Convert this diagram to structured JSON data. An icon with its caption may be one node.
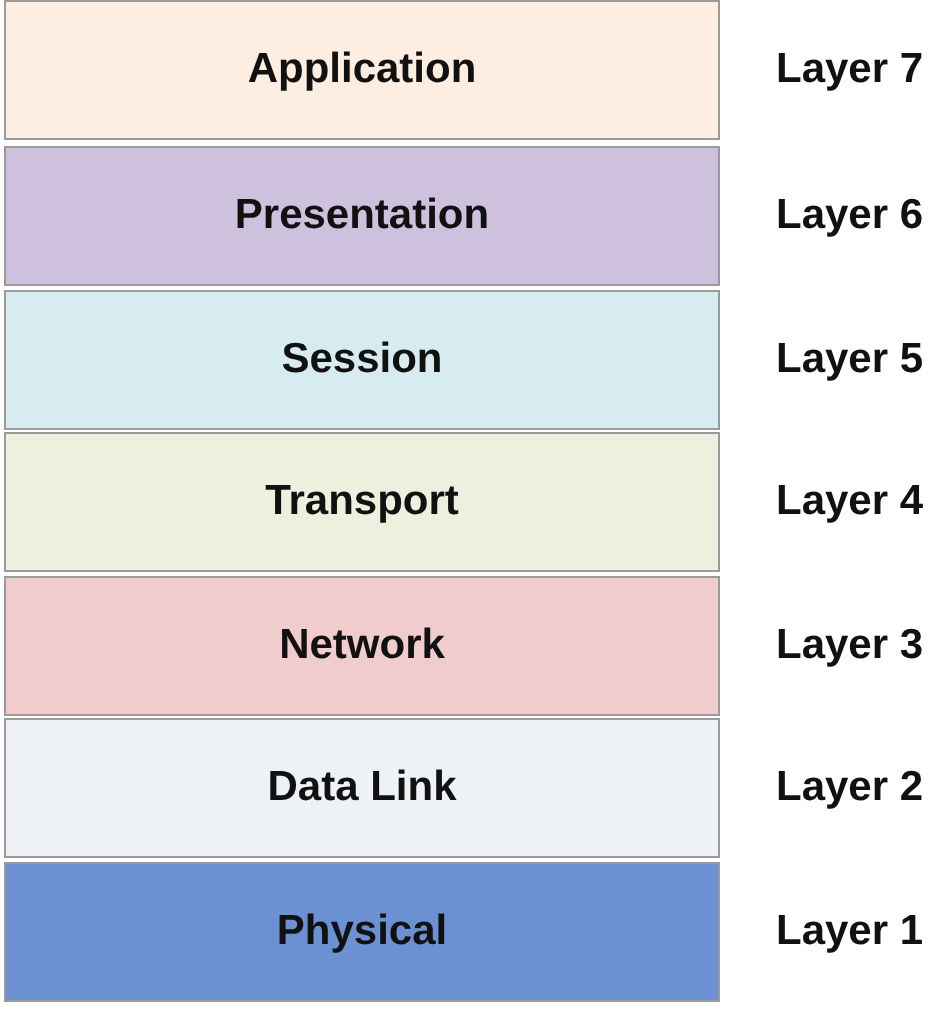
{
  "diagram": {
    "nodes": [
      {
        "text": [
          "Application"
        ],
        "beside": [
          "Layer 7"
        ]
      },
      {
        "text": [
          "Presentation"
        ],
        "beside": [
          "Layer 6"
        ]
      },
      {
        "text": [
          "Session"
        ],
        "beside": [
          "Layer 5"
        ]
      },
      {
        "text": [
          "Transport"
        ],
        "beside": [
          "Layer 4"
        ]
      },
      {
        "text": [
          "Network"
        ],
        "beside": [
          "Layer 3"
        ]
      },
      {
        "text": [
          "Data Link"
        ],
        "beside": [
          "Layer 2"
        ]
      },
      {
        "text": [
          "Physical"
        ],
        "beside": [
          "Layer 1"
        ]
      }
    ]
  }
}
